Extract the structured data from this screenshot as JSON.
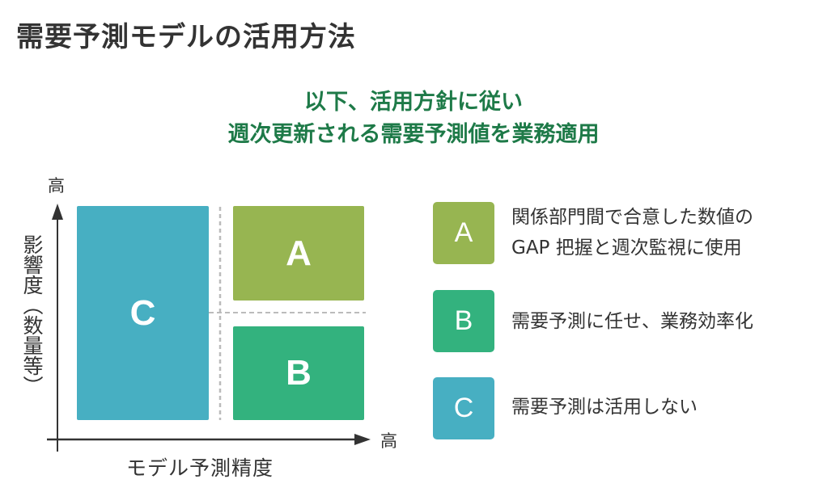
{
  "header": {
    "title": "需要予測モデルの活用方法"
  },
  "subtitle": {
    "line1": "以下、活用方針に従い",
    "line2": "週次更新される需要予測値を業務適用"
  },
  "matrix": {
    "y_axis": {
      "label": "影響度（数量等）",
      "high_label": "高"
    },
    "x_axis": {
      "label": "モデル予測精度",
      "high_label": "高"
    },
    "quadrants": [
      {
        "id": "C",
        "label": "C",
        "color": "#47AFC2",
        "position": "left (low accuracy, full height)"
      },
      {
        "id": "A",
        "label": "A",
        "color": "#97B551",
        "position": "top-right (high accuracy, high impact)"
      },
      {
        "id": "B",
        "label": "B",
        "color": "#33B27E",
        "position": "bottom-right (high accuracy, low impact)"
      }
    ]
  },
  "legend": {
    "items": [
      {
        "key": "A",
        "color": "#97B551",
        "line1": "関係部門間で合意した数値の",
        "line2": "GAP 把握と週次監視に使用"
      },
      {
        "key": "B",
        "color": "#33B27E",
        "line1": "需要予測に任せ、業務効率化"
      },
      {
        "key": "C",
        "color": "#47AFC2",
        "line1": "需要予測は活用しない"
      }
    ]
  },
  "colors": {
    "title": "#333333",
    "subtitle": "#1E7A48",
    "axis": "#333333",
    "divider": "#BBBBBB"
  }
}
